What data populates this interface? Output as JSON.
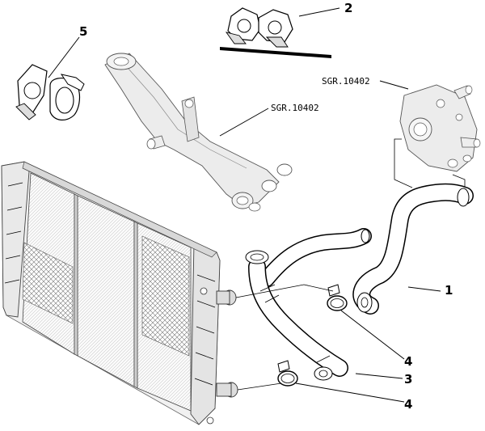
{
  "callouts": {
    "c1": "1",
    "c2": "2",
    "c3": "3",
    "c4a": "4",
    "c4b": "4",
    "c5": "5"
  },
  "references": {
    "sgr_pipe": "SGR.10402",
    "sgr_thermostat": "SGR.10402"
  }
}
